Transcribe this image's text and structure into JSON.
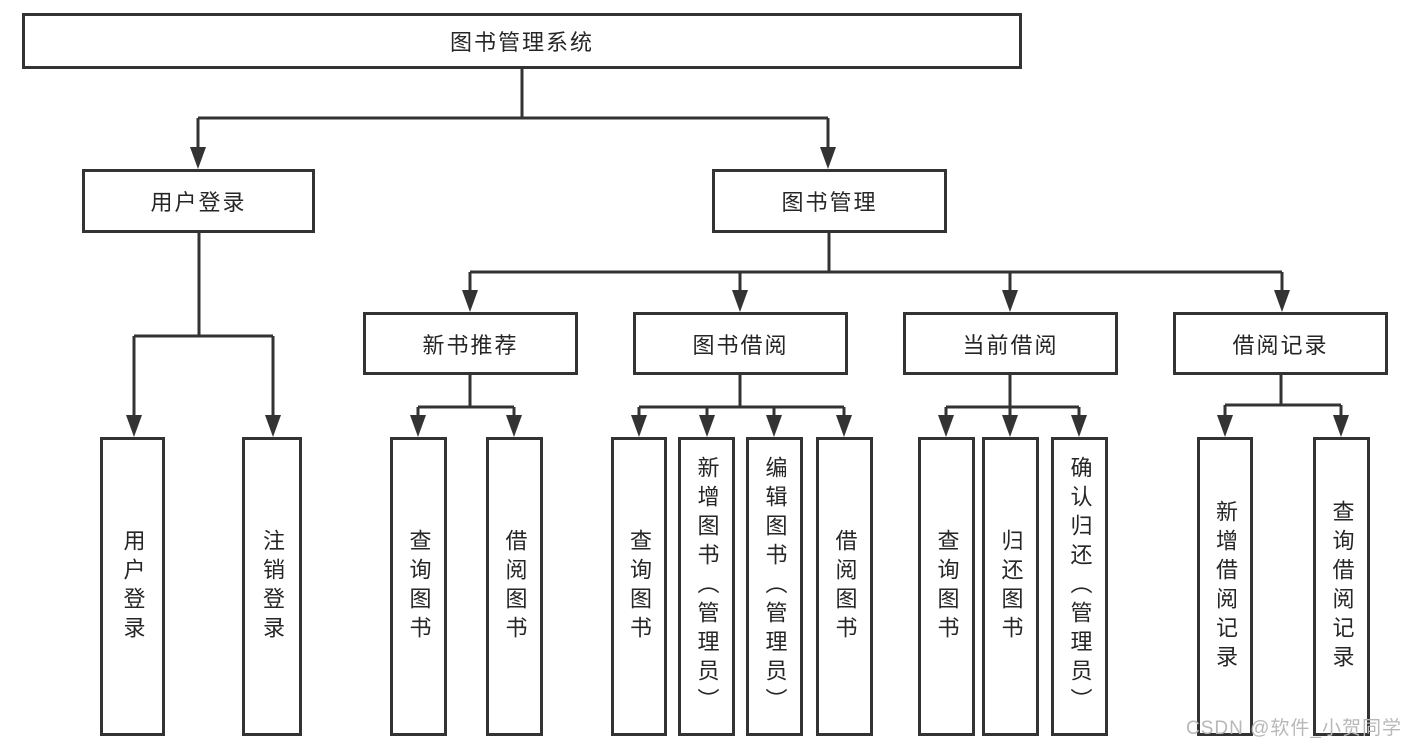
{
  "tree": {
    "label": "图书管理系统",
    "children": [
      {
        "label": "用户登录",
        "children": [
          {
            "label": "用户登录"
          },
          {
            "label": "注销登录"
          }
        ]
      },
      {
        "label": "图书管理",
        "children": [
          {
            "label": "新书推荐",
            "children": [
              {
                "label": "查询图书"
              },
              {
                "label": "借阅图书"
              }
            ]
          },
          {
            "label": "图书借阅",
            "children": [
              {
                "label": "查询图书"
              },
              {
                "label": "新增图书（管理员）"
              },
              {
                "label": "编辑图书（管理员）"
              },
              {
                "label": "借阅图书"
              }
            ]
          },
          {
            "label": "当前借阅",
            "children": [
              {
                "label": "查询图书"
              },
              {
                "label": "归还图书"
              },
              {
                "label": "确认归还（管理员）"
              }
            ]
          },
          {
            "label": "借阅记录",
            "children": [
              {
                "label": "新增借阅记录"
              },
              {
                "label": "查询借阅记录"
              }
            ]
          }
        ]
      }
    ]
  },
  "watermark": {
    "text": "CSDN @软件_小贺同学"
  },
  "colors": {
    "line": "#333333",
    "text": "#262626",
    "watermark": "#b8b8b8",
    "background": "#ffffff"
  }
}
